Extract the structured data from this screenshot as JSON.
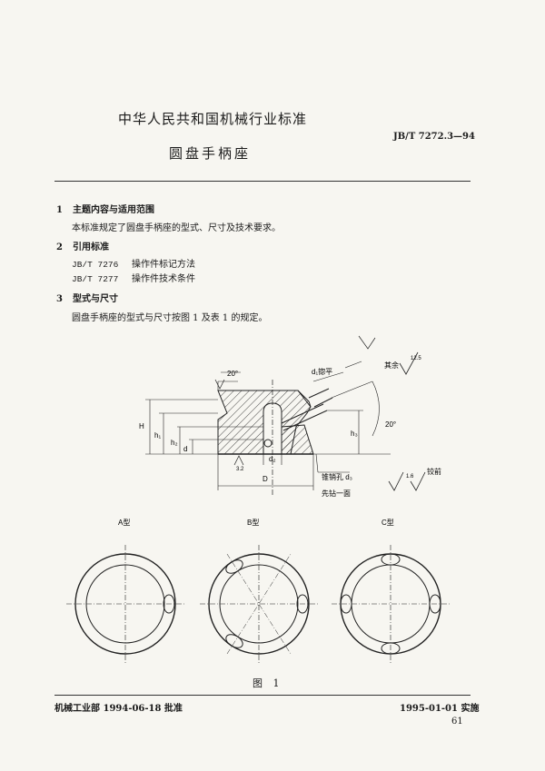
{
  "header": {
    "organization": "中华人民共和国机械行业标准",
    "title": "圆盘手柄座",
    "code": "JB/T 7272.3—94"
  },
  "sections": [
    {
      "num": "1",
      "heading": "主题内容与适用范围",
      "body": "本标准规定了圆盘手柄座的型式、尺寸及技术要求。"
    },
    {
      "num": "2",
      "heading": "引用标准"
    },
    {
      "num": "3",
      "heading": "型式与尺寸",
      "body": "圆盘手柄座的型式与尺寸按图 1 及表 1 的规定。"
    }
  ],
  "references": [
    {
      "code": "JB/T 7276",
      "name": "操作件标记方法"
    },
    {
      "code": "JB/T 7277",
      "name": "操作件技术条件"
    }
  ],
  "figure": {
    "caption": "图 1",
    "labels": {
      "angle_top": "20°",
      "angle_side": "20°",
      "d1_countersink": "d₁锪平",
      "d1": "d₁",
      "rest": "其余",
      "rough_top": "12.5",
      "rough_bottom": "3.2",
      "rough_small": "1.6",
      "pin_hole": "锥销孔 d₃",
      "drill_note": "先钻一面",
      "ream": "铰前",
      "H": "H",
      "h1": "h₁",
      "h2": "h₂",
      "h3": "h₃",
      "d": "d",
      "D": "D",
      "d2": "d₂",
      "type_a": "A型",
      "type_b": "B型",
      "type_c": "C型"
    }
  },
  "footer": {
    "approval": "机械工业部 1994-06-18 批准",
    "implementation": "1995-01-01 实施",
    "page": "61"
  }
}
